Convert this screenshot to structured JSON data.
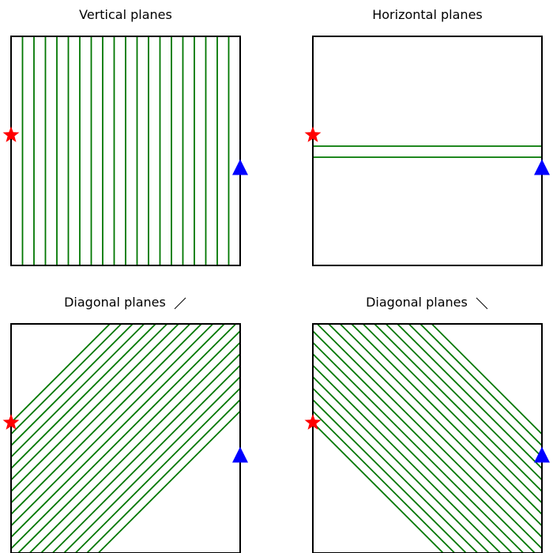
{
  "panels": [
    {
      "id": "vertical",
      "title": "Vertical planes",
      "glyph": ""
    },
    {
      "id": "horizontal",
      "title": "Horizontal planes",
      "glyph": ""
    },
    {
      "id": "diag-up",
      "title": "Diagonal planes",
      "glyph": "/"
    },
    {
      "id": "diag-down",
      "title": "Diagonal planes",
      "glyph": "\\"
    }
  ],
  "colors": {
    "plane_line": "#007700",
    "frame": "#000000",
    "source_marker": "#ff0000",
    "receiver_marker": "#0000ff"
  },
  "markers": {
    "source": "star",
    "receiver": "triangle"
  }
}
